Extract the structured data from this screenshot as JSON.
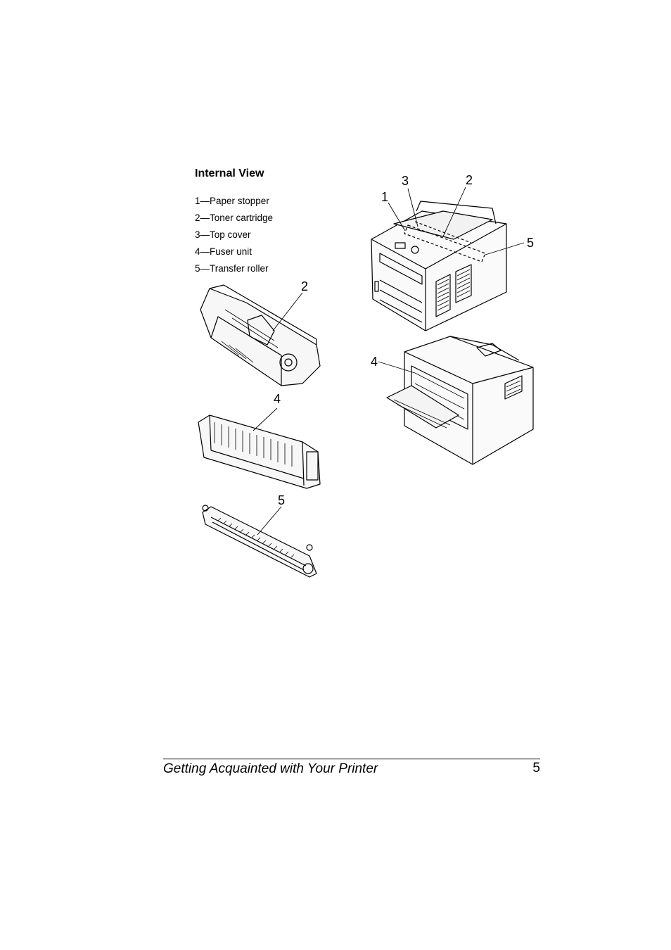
{
  "heading": "Internal View",
  "legend": [
    "1—Paper stopper",
    "2—Toner cartridge",
    "3—Top cover",
    "4—Fuser unit",
    "5—Transfer roller"
  ],
  "callouts": {
    "printer_front": [
      "3",
      "2",
      "1",
      "5"
    ],
    "printer_rear": [
      "4"
    ],
    "toner": "2",
    "fuser": "4",
    "roller": "5"
  },
  "footer": {
    "title": "Getting Acquainted with Your Printer",
    "page": "5"
  }
}
